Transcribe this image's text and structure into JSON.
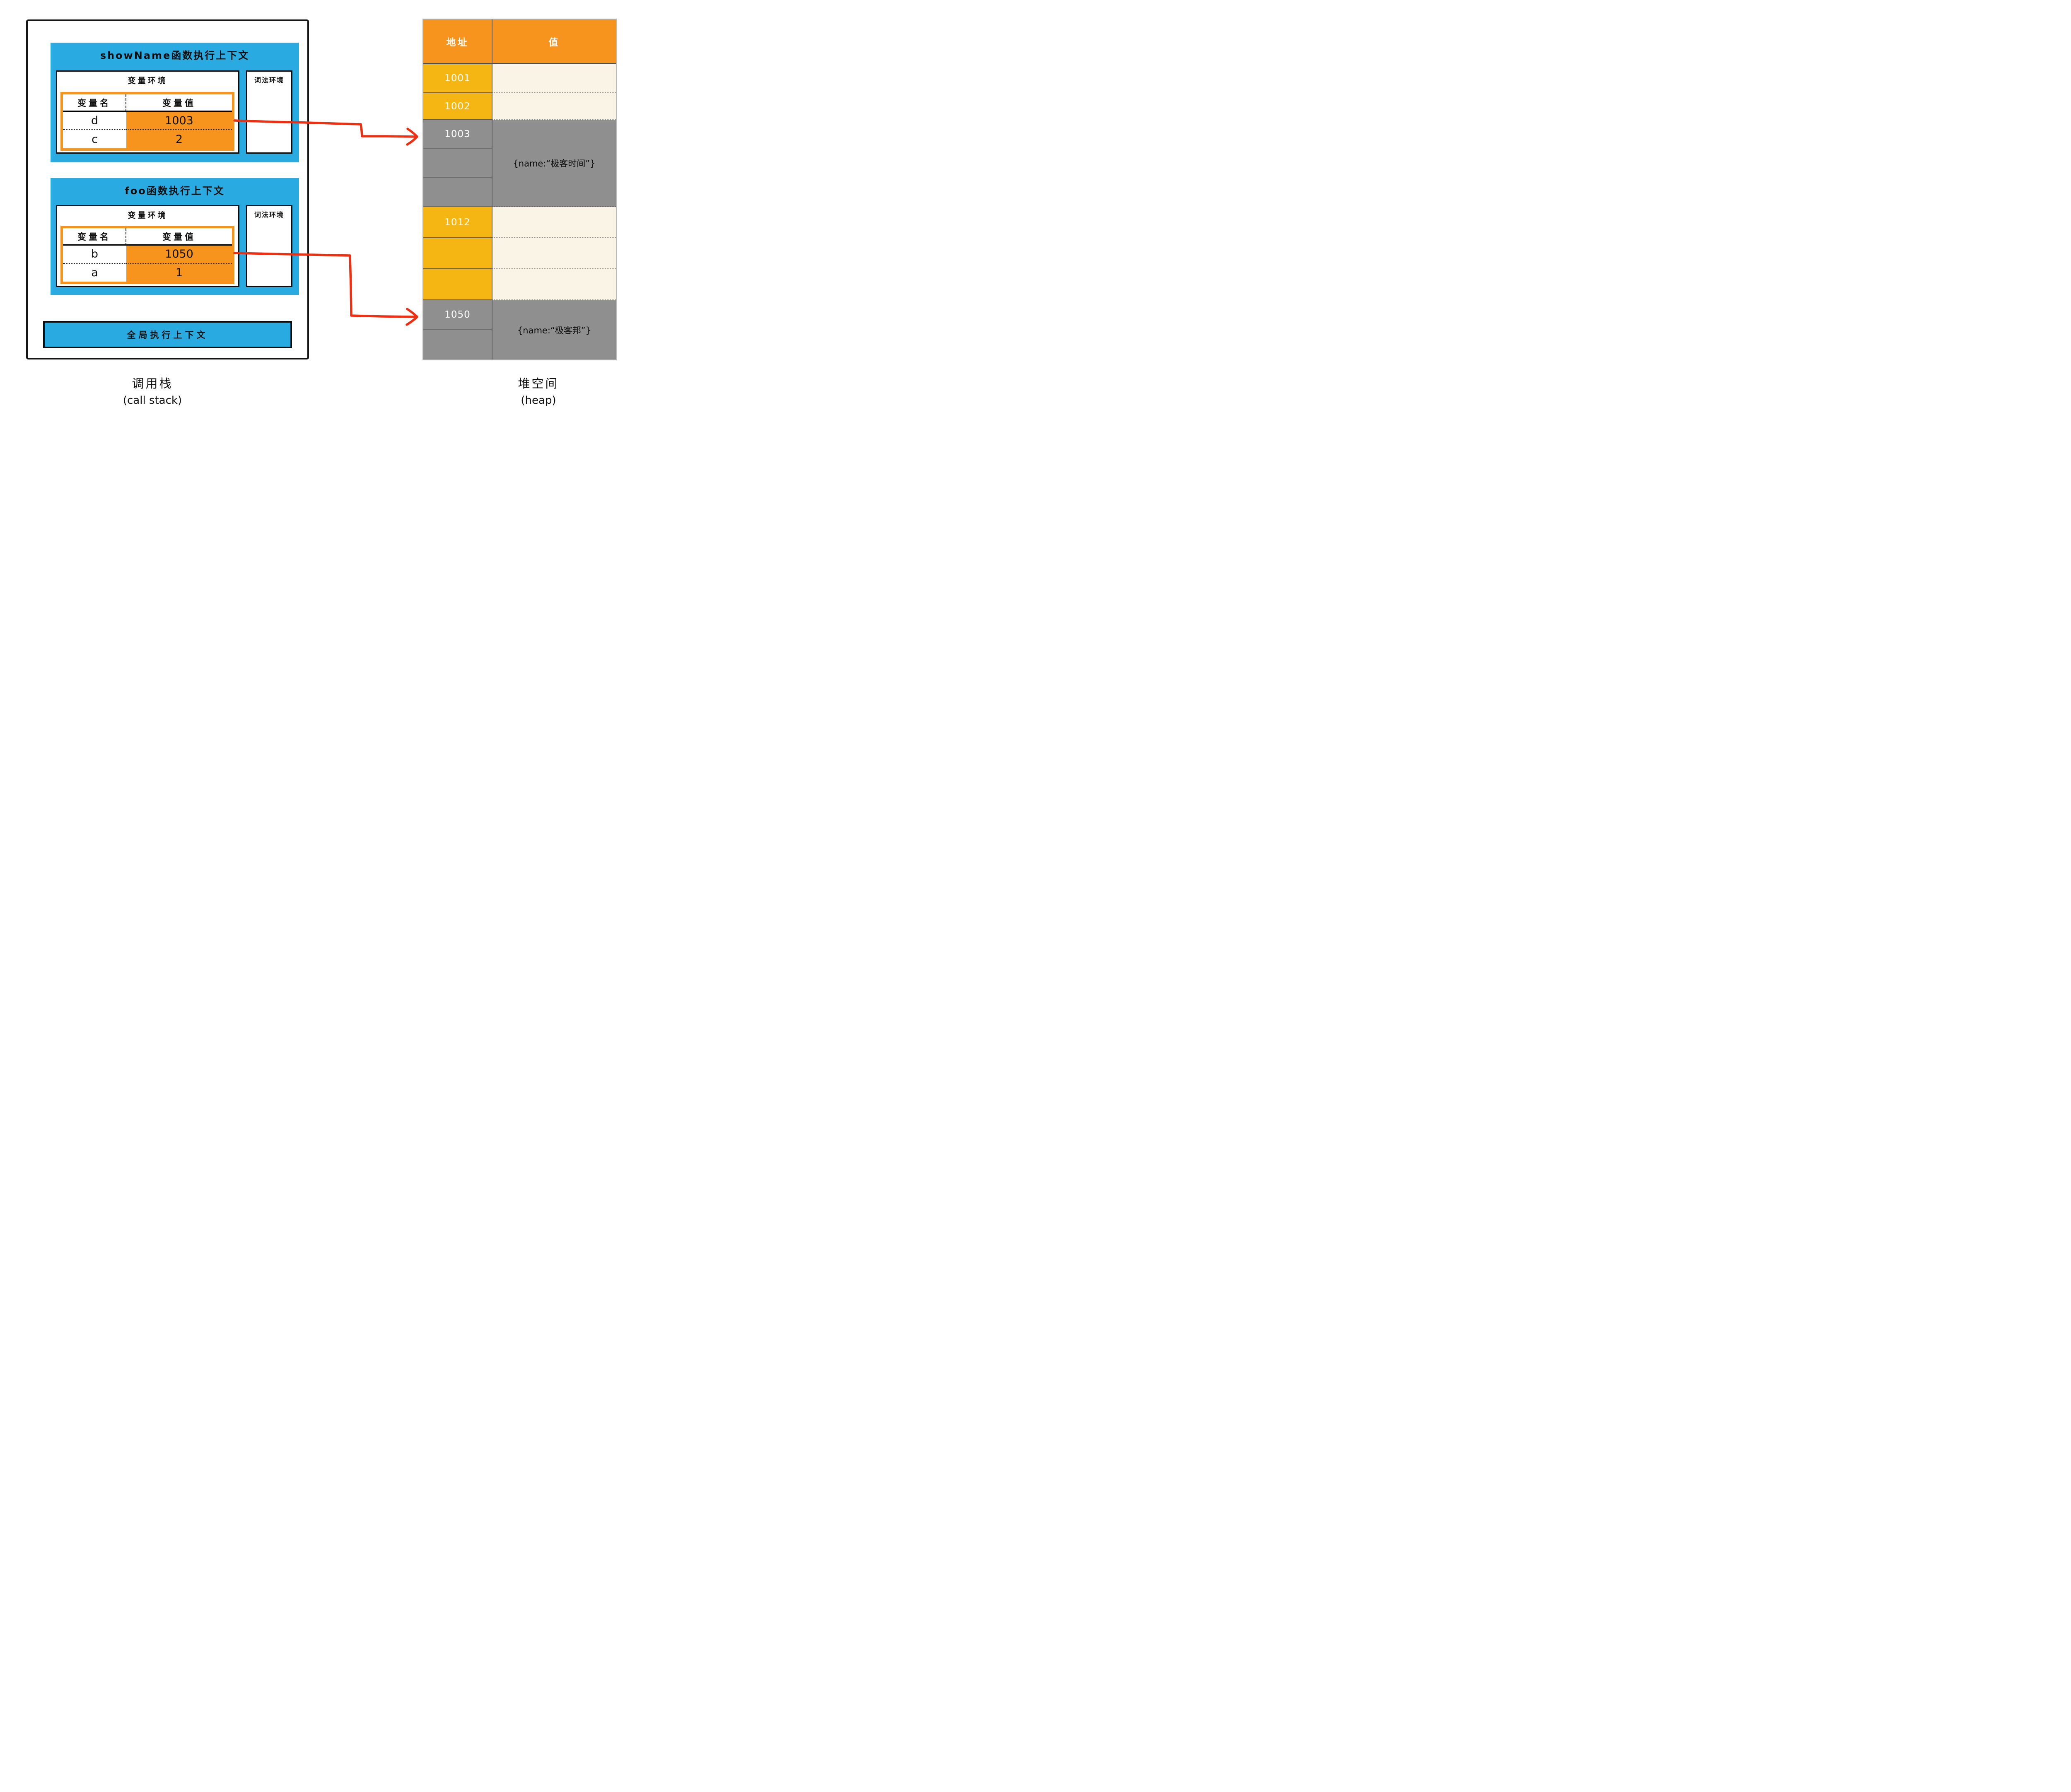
{
  "colors": {
    "blue": "#29ABE2",
    "orange": "#F7941D",
    "yellow": "#F5B512",
    "gray": "#8F8F8F",
    "cream": "#FAF4E7",
    "red": "#EF2F11",
    "line": "#4C4C4C"
  },
  "stack": {
    "label_zh": "调用栈",
    "label_en": "(call stack)",
    "global_title": "全局执行上下文",
    "table_headers": [
      "变量名",
      "变量值"
    ],
    "frames": [
      {
        "title": "showName函数执行上下文",
        "var_env_title": "变量环境",
        "lex_env_title": "词法环境",
        "vars": [
          {
            "name": "d",
            "value": "1003"
          },
          {
            "name": "c",
            "value": "2"
          }
        ]
      },
      {
        "title": "foo函数执行上下文",
        "var_env_title": "变量环境",
        "lex_env_title": "词法环境",
        "vars": [
          {
            "name": "b",
            "value": "1050"
          },
          {
            "name": "a",
            "value": "1"
          }
        ]
      }
    ]
  },
  "heap": {
    "label_zh": "堆空间",
    "label_en": "(heap)",
    "headers": {
      "address": "地址",
      "value": "值"
    },
    "address_cells": [
      "1001",
      "1002",
      "1003",
      "",
      "",
      "1012",
      "",
      "",
      "1050",
      ""
    ],
    "value_cells": [
      {
        "text": ""
      },
      {
        "text": ""
      },
      {
        "text": "{name:“极客时间”}"
      },
      {
        "text": ""
      },
      {
        "text": ""
      },
      {
        "text": ""
      },
      {
        "text": "{name:“极客邦”}"
      }
    ]
  },
  "arrows": [
    {
      "name": "arrow-stack-1003-to-heap-1003"
    },
    {
      "name": "arrow-stack-1050-to-heap-1050"
    }
  ]
}
